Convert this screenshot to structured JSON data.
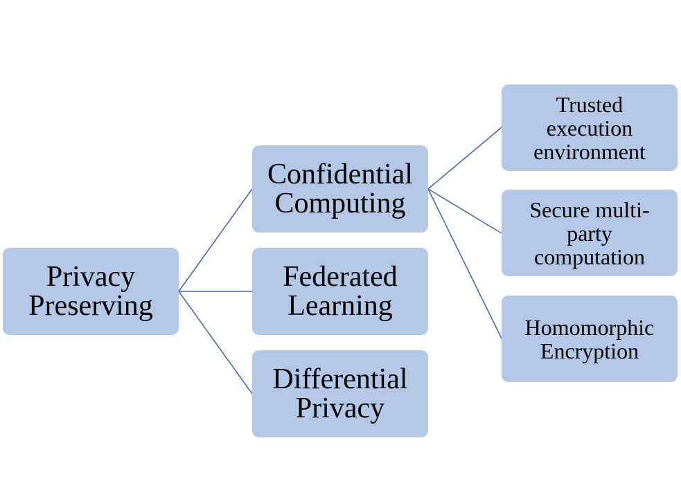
{
  "diagram": {
    "root": {
      "label": "Privacy\nPreserving"
    },
    "branches": [
      {
        "label": "Confidential\nComputing",
        "children": [
          {
            "label": "Trusted\nexecution\nenvironment"
          },
          {
            "label": "Secure multi-\nparty\ncomputation"
          },
          {
            "label": "Homomorphic\nEncryption"
          }
        ]
      },
      {
        "label": "Federated\nLearning"
      },
      {
        "label": "Differential\nPrivacy"
      }
    ],
    "colors": {
      "node_fill": "#b4c7e7",
      "connector": "#4a6aa8",
      "text": "#000000"
    }
  }
}
